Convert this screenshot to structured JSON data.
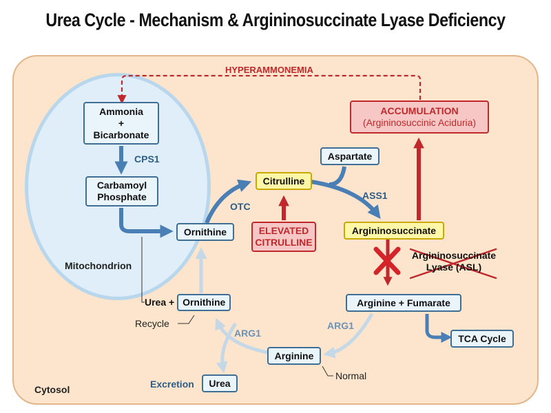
{
  "title": "Urea Cycle - Mechanism & Argininosuccinate Lyase Deficiency",
  "labels": {
    "hyperammonemia": "HYPERAMMONEMIA",
    "mitochondrion": "Mitochondrion",
    "cytosol": "Cytosol",
    "cps1": "CPS1",
    "otc": "OTC",
    "ass1": "ASS1",
    "arg1_top": "ARG1",
    "arg1_bottom": "ARG1",
    "recycle": "Recycle",
    "normal": "Normal",
    "excretion": "Excretion"
  },
  "boxes": {
    "ammonia": {
      "line1": "Ammonia",
      "line2": "+",
      "line3": "Bicarbonate"
    },
    "carbamoyl": {
      "line1": "Carbamoyl",
      "line2": "Phosphate"
    },
    "ornithine": "Ornithine",
    "citrulline": "Citrulline",
    "aspartate": "Aspartate",
    "argininosuccinate": "Argininosuccinate",
    "elevated": {
      "line1": "ELEVATED",
      "line2": "CITRULLINE"
    },
    "accumulation": {
      "line1": "ACCUMULATION",
      "line2": "(Argininosuccinic Aciduria)"
    },
    "arginine_fumarate": "Arginine + Fumarate",
    "tca": "TCA Cycle",
    "urea_ornithine": {
      "part1": "Urea + ",
      "part2": "Ornithine"
    },
    "arginine": "Arginine",
    "urea": "Urea"
  },
  "blocked_enzyme": {
    "line1": "Argininosuccinate",
    "line2": "Lyase (ASL)"
  },
  "colors": {
    "cycle_arrow": "#4a7fb5",
    "faded_arrow": "#c4d8e8",
    "alert_red": "#c0282b",
    "cytosol_fill": "#fce5cc",
    "mito_fill": "#dfeef8"
  }
}
